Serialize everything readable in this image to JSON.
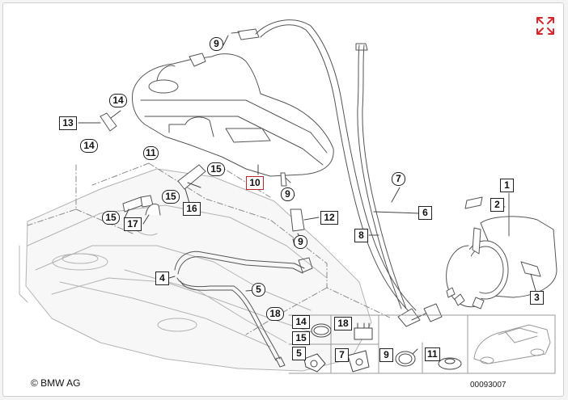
{
  "diagram": {
    "callouts": {
      "c1": "1",
      "c2": "2",
      "c3": "3",
      "c4": "4",
      "c5": "5",
      "c5b": "5",
      "c6": "6",
      "c7": "7",
      "c7b": "7",
      "c8": "8",
      "c9a": "9",
      "c9b": "9",
      "c9c": "9",
      "c9d": "9",
      "c10": "10",
      "c11": "11",
      "c11b": "11",
      "c12": "12",
      "c13": "13",
      "c14a": "14",
      "c14b": "14",
      "c14c": "14",
      "c15a": "15",
      "c15b": "15",
      "c15c": "15",
      "c15d": "15",
      "c16": "16",
      "c17": "17",
      "c18a": "18",
      "c18b": "18"
    },
    "copyright": "© BMW AG",
    "doc_id": "00093007",
    "accent_color": "#d8262e",
    "expand_icon": "expand-arrows-icon"
  }
}
